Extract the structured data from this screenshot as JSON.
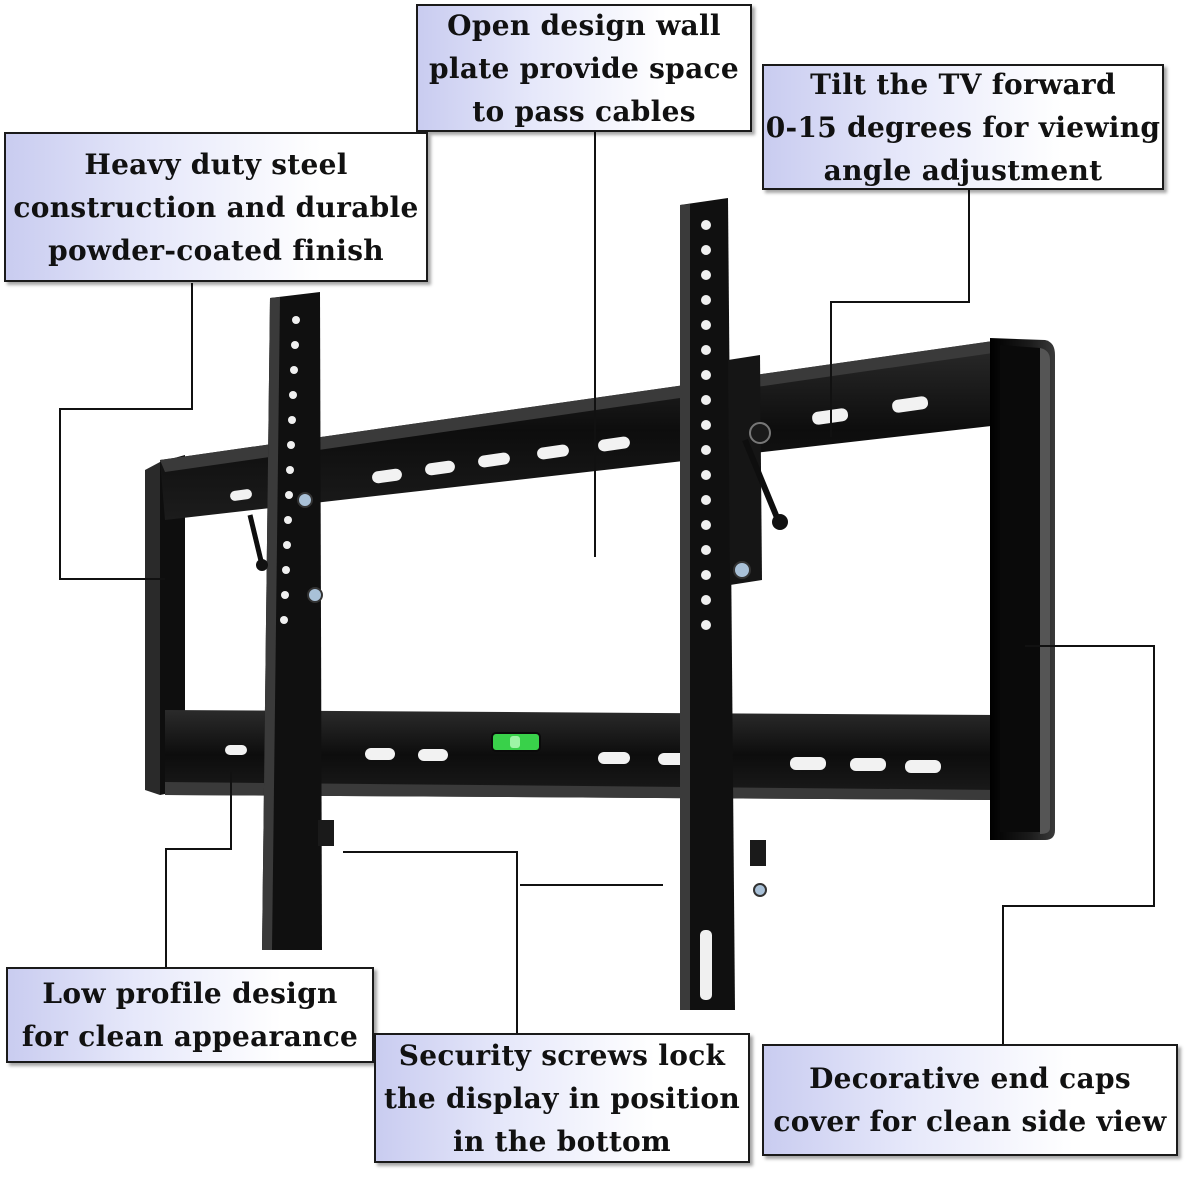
{
  "callouts": {
    "open_design": "Open design wall\nplate provide space\nto pass cables",
    "heavy_duty": "Heavy duty steel\nconstruction and durable\npowder-coated finish",
    "tilt": "Tilt the TV forward\n0-15 degrees for viewing\nangle adjustment",
    "low_profile": "Low profile design\nfor clean appearance",
    "security_screws": "Security screws lock\nthe display in position\nin the bottom",
    "end_caps": "Decorative end caps\ncover for clean side view"
  },
  "colors": {
    "mount_steel": "#111111",
    "callout_tint": "#c9ccf0",
    "bubble_level": "#39d14a"
  },
  "icons": {
    "product": "tv-wall-mount-image",
    "level": "bubble-level-icon"
  }
}
